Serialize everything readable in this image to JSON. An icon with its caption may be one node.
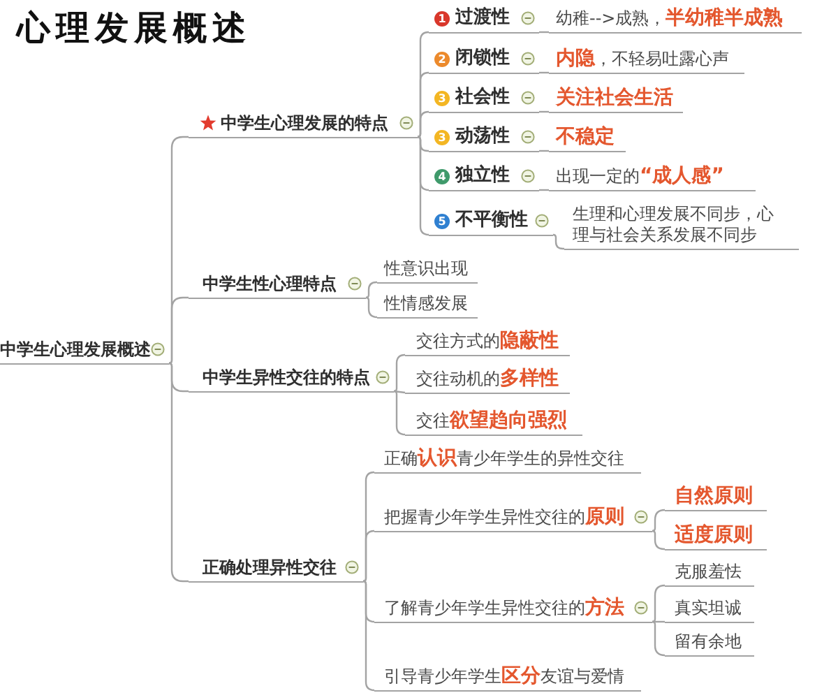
{
  "diagram": {
    "title": "心理发展概述",
    "nodes": [
      {
        "text": [
          "中学生心理发展概述"
        ]
      },
      {
        "text": [
          "中学生心理发展的特点"
        ]
      },
      {
        "text": [
          "1",
          "过渡性"
        ]
      },
      {
        "text": [
          "幼稚-->成熟，**半幼稚半成熟**"
        ]
      },
      {
        "text": [
          "2",
          "闭锁性"
        ]
      },
      {
        "text": [
          "**内隐**，不轻易吐露心声"
        ]
      },
      {
        "text": [
          "3",
          "社会性"
        ]
      },
      {
        "text": [
          "关注社会生活"
        ]
      },
      {
        "text": [
          "3",
          "动荡性"
        ]
      },
      {
        "text": [
          "不稳定"
        ]
      },
      {
        "text": [
          "4",
          "独立性"
        ]
      },
      {
        "text": [
          "出现一定的**“成人感”**"
        ]
      },
      {
        "text": [
          "5",
          "不平衡性"
        ]
      },
      {
        "text": [
          "生理和心理发展不同步，心理与社会关系发展不同步"
        ]
      },
      {
        "text": [
          "中学生性心理特点"
        ]
      },
      {
        "text": [
          "性意识出现"
        ]
      },
      {
        "text": [
          "性情感发展"
        ]
      },
      {
        "text": [
          "中学生异性交往的特点"
        ]
      },
      {
        "text": [
          "交往方式的**隐蔽性**"
        ]
      },
      {
        "text": [
          "交往动机的**多样性**"
        ]
      },
      {
        "text": [
          "交往**欲望趋向强烈**"
        ]
      },
      {
        "text": [
          "正确处理异性交往"
        ]
      },
      {
        "text": [
          "正确**认识**青少年学生的异性交往"
        ]
      },
      {
        "text": [
          "把握青少年学生异性交往的**原则**"
        ]
      },
      {
        "text": [
          "自然原则"
        ]
      },
      {
        "text": [
          "适度原则"
        ]
      },
      {
        "text": [
          "了解青少年学生异性交往的**方法**"
        ]
      },
      {
        "text": [
          "克服羞怯"
        ]
      },
      {
        "text": [
          "真实坦诚"
        ]
      },
      {
        "text": [
          "留有余地"
        ]
      },
      {
        "text": [
          "引导青少年学生**区分**友谊与爱情"
        ]
      }
    ],
    "edges": [
      {
        "from": 0,
        "to": 1,
        "arrow": "none"
      },
      {
        "from": 1,
        "to": 2,
        "arrow": "none"
      },
      {
        "from": 2,
        "to": 3,
        "arrow": "none"
      },
      {
        "from": 1,
        "to": 4,
        "arrow": "none"
      },
      {
        "from": 4,
        "to": 5,
        "arrow": "none"
      },
      {
        "from": 1,
        "to": 6,
        "arrow": "none"
      },
      {
        "from": 6,
        "to": 7,
        "arrow": "none"
      },
      {
        "from": 1,
        "to": 8,
        "arrow": "none"
      },
      {
        "from": 8,
        "to": 9,
        "arrow": "none"
      },
      {
        "from": 1,
        "to": 10,
        "arrow": "none"
      },
      {
        "from": 10,
        "to": 11,
        "arrow": "none"
      },
      {
        "from": 1,
        "to": 12,
        "arrow": "none"
      },
      {
        "from": 12,
        "to": 13,
        "arrow": "none"
      },
      {
        "from": 0,
        "to": 14,
        "arrow": "none"
      },
      {
        "from": 14,
        "to": 15,
        "arrow": "none"
      },
      {
        "from": 14,
        "to": 16,
        "arrow": "none"
      },
      {
        "from": 0,
        "to": 17,
        "arrow": "none"
      },
      {
        "from": 17,
        "to": 18,
        "arrow": "none"
      },
      {
        "from": 17,
        "to": 19,
        "arrow": "none"
      },
      {
        "from": 17,
        "to": 20,
        "arrow": "none"
      },
      {
        "from": 0,
        "to": 21,
        "arrow": "none"
      },
      {
        "from": 21,
        "to": 22,
        "arrow": "none"
      },
      {
        "from": 21,
        "to": 23,
        "arrow": "none"
      },
      {
        "from": 23,
        "to": 24,
        "arrow": "none"
      },
      {
        "from": 23,
        "to": 25,
        "arrow": "none"
      },
      {
        "from": 21,
        "to": 26,
        "arrow": "none"
      },
      {
        "from": 26,
        "to": 27,
        "arrow": "none"
      },
      {
        "from": 26,
        "to": 28,
        "arrow": "none"
      },
      {
        "from": 26,
        "to": 29,
        "arrow": "none"
      },
      {
        "from": 21,
        "to": 30,
        "arrow": "none"
      }
    ]
  }
}
